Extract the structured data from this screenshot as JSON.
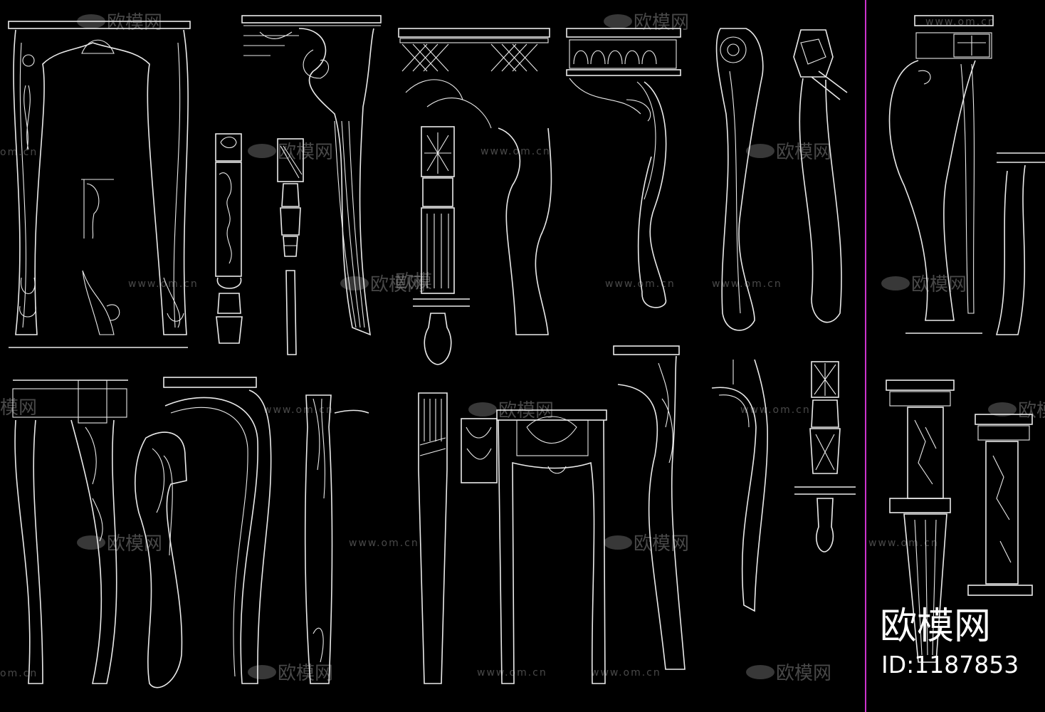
{
  "brand": "欧模网",
  "asset_id": "ID:1187853",
  "watermark": {
    "logo_text": "欧模网",
    "url": "www.om.cn",
    "fragments": [
      "om.cn",
      "模网",
      "欧模"
    ]
  },
  "colors": {
    "background": "#000000",
    "linework": "#eaeaea",
    "divider": "#cc33cc",
    "watermark": "#a0a0a0"
  }
}
